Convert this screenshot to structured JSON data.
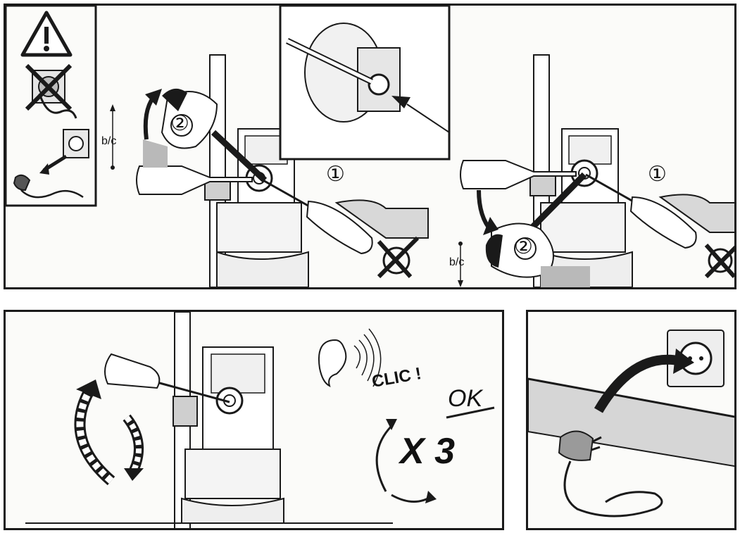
{
  "steps": {
    "step1": "①",
    "step2": "②"
  },
  "labels": {
    "bc": "b/c",
    "clic": "CLIC !",
    "ok": "OK",
    "times": "X 3"
  },
  "icons": [
    "warning-icon",
    "no-plug-icon",
    "unplug-icon",
    "no-rotate-icon",
    "ear-icon",
    "plug-in-icon"
  ],
  "colors": {
    "line": "#1a1a1a",
    "paper": "#fbfbf9",
    "shade": "#9a9a9a",
    "light_shade": "#d6d6d6"
  }
}
